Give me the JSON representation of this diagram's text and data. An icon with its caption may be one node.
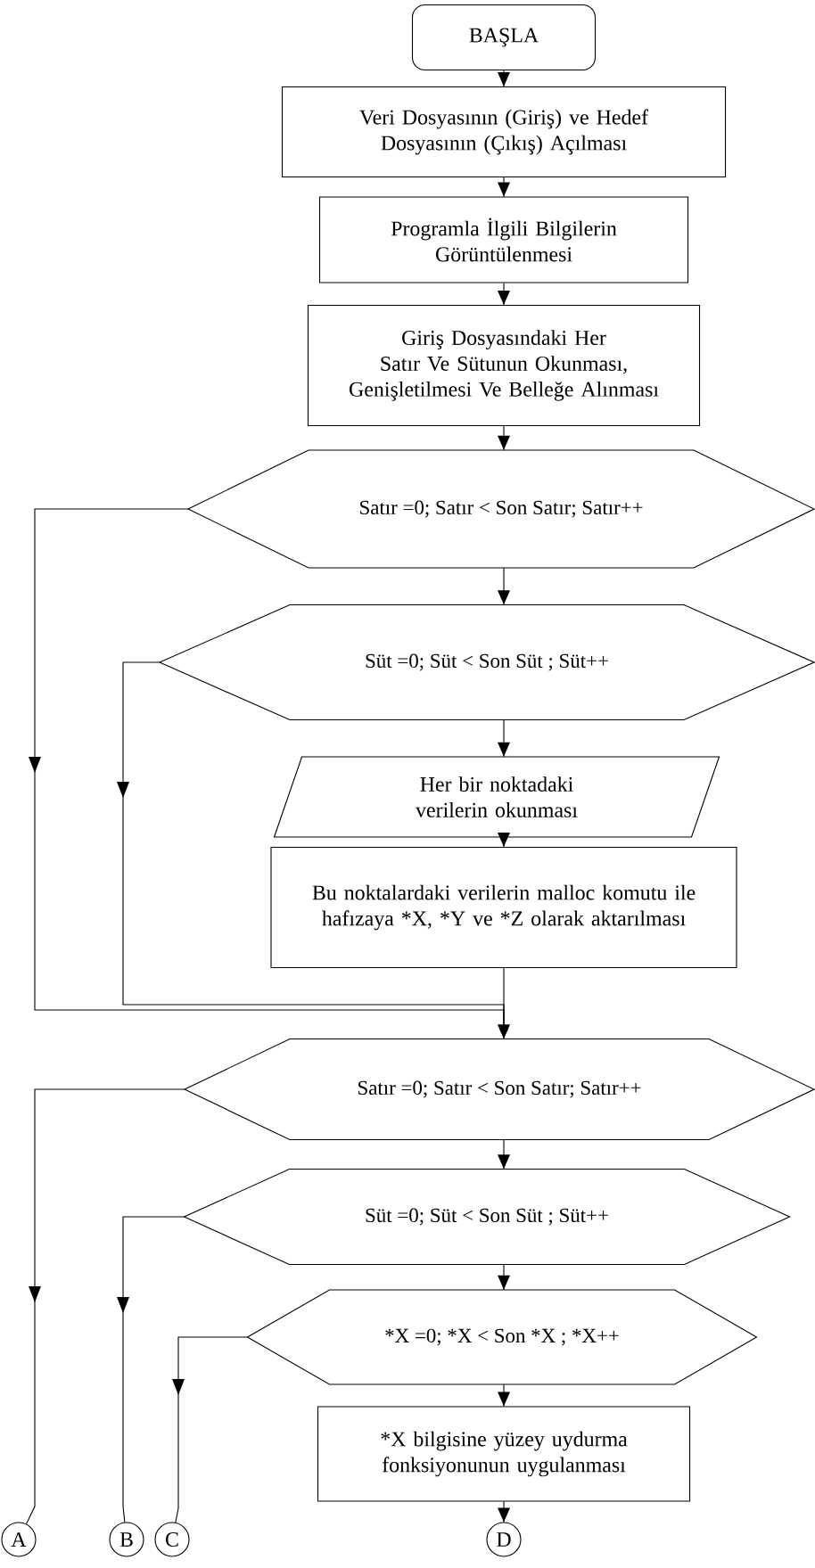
{
  "diagram": {
    "nodes": [
      {
        "text": [
          "BAŞLA"
        ]
      },
      {
        "text": [
          "Veri Dosyasının (Giriş) ve Hedef Dosyasının (Çıkış) Açılması"
        ]
      },
      {
        "text": [
          "Programla İlgili Bilgilerin Görüntülenmesi"
        ]
      },
      {
        "text": [
          "Giriş Dosyasındaki Her Satır Ve Sütunun Okunması, Genişletilmesi Ve Belleğe Alınması"
        ]
      },
      {
        "text": [
          "Satır =0; Satır < Son Satır; Satır++"
        ]
      },
      {
        "text": [
          "Süt =0; Süt < Son Süt ; Süt++"
        ]
      },
      {
        "text": [
          "Her bir noktadaki verilerin okunması"
        ]
      },
      {
        "text": [
          "Bu noktalardaki verilerin malloc komutu ile hafızaya *X, *Y ve *Z olarak aktarılması"
        ]
      },
      {
        "text": [
          "Satır =0; Satır < Son Satır; Satır++"
        ]
      },
      {
        "text": [
          "Süt =0; Süt < Son Süt ; Süt++"
        ]
      },
      {
        "text": [
          "*X =0; *X < Son *X ; *X++"
        ]
      },
      {
        "text": [
          "*X bilgisine yüzey uydurma fonksiyonunun uygulanması"
        ]
      },
      {
        "text": [
          "A"
        ]
      },
      {
        "text": [
          "B"
        ]
      },
      {
        "text": [
          "C"
        ]
      },
      {
        "text": [
          "D"
        ]
      }
    ],
    "edges": [
      {
        "from": 0,
        "to": 1,
        "arrow": "to"
      },
      {
        "from": 1,
        "to": 2,
        "arrow": "to"
      },
      {
        "from": 2,
        "to": 3,
        "arrow": "to"
      },
      {
        "from": 3,
        "to": 4,
        "arrow": "to"
      },
      {
        "from": 4,
        "to": 5,
        "arrow": "to"
      },
      {
        "from": 5,
        "to": 6,
        "arrow": "to"
      },
      {
        "from": 6,
        "to": 7,
        "arrow": "to"
      },
      {
        "from": 7,
        "to": 8,
        "arrow": "to"
      },
      {
        "from": 4,
        "to": 8,
        "arrow": "to"
      },
      {
        "from": 5,
        "to": 8,
        "arrow": "to"
      },
      {
        "from": 8,
        "to": 9,
        "arrow": "to"
      },
      {
        "from": 9,
        "to": 10,
        "arrow": "to"
      },
      {
        "from": 10,
        "to": 11,
        "arrow": "to"
      },
      {
        "from": 8,
        "to": 12,
        "arrow": "to"
      },
      {
        "from": 9,
        "to": 13,
        "arrow": "to"
      },
      {
        "from": 10,
        "to": 14,
        "arrow": "to"
      },
      {
        "from": 11,
        "to": 15,
        "arrow": "to"
      }
    ]
  }
}
